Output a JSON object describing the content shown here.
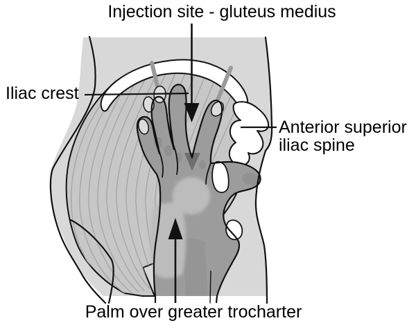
{
  "diagram": {
    "annotations": {
      "injection_site": "Injection site - gluteus medius",
      "iliac_crest": "Iliac crest",
      "asis": [
        "Anterior superior",
        "iliac spine"
      ],
      "greater_trochanter": "Palm over greater trocharter"
    },
    "icons": [
      "down-arrow-icon",
      "up-arrow-icon",
      "leader-line",
      "leader-line"
    ]
  },
  "colors": {
    "background": "#ffffff",
    "body": "#d8d8d8",
    "muscle": "#c7c7c7",
    "striation": "#a6a6a6",
    "crest": "#ffffff",
    "hand": "#9c9c9c",
    "ghost": "#bcbcbc",
    "nail": "#dcdcdc",
    "shadow": "#8e8e8e",
    "gap_shadow": "#6e6e6e",
    "marker": "#9a9a9a",
    "outline": "#111111",
    "text": "#000000"
  }
}
